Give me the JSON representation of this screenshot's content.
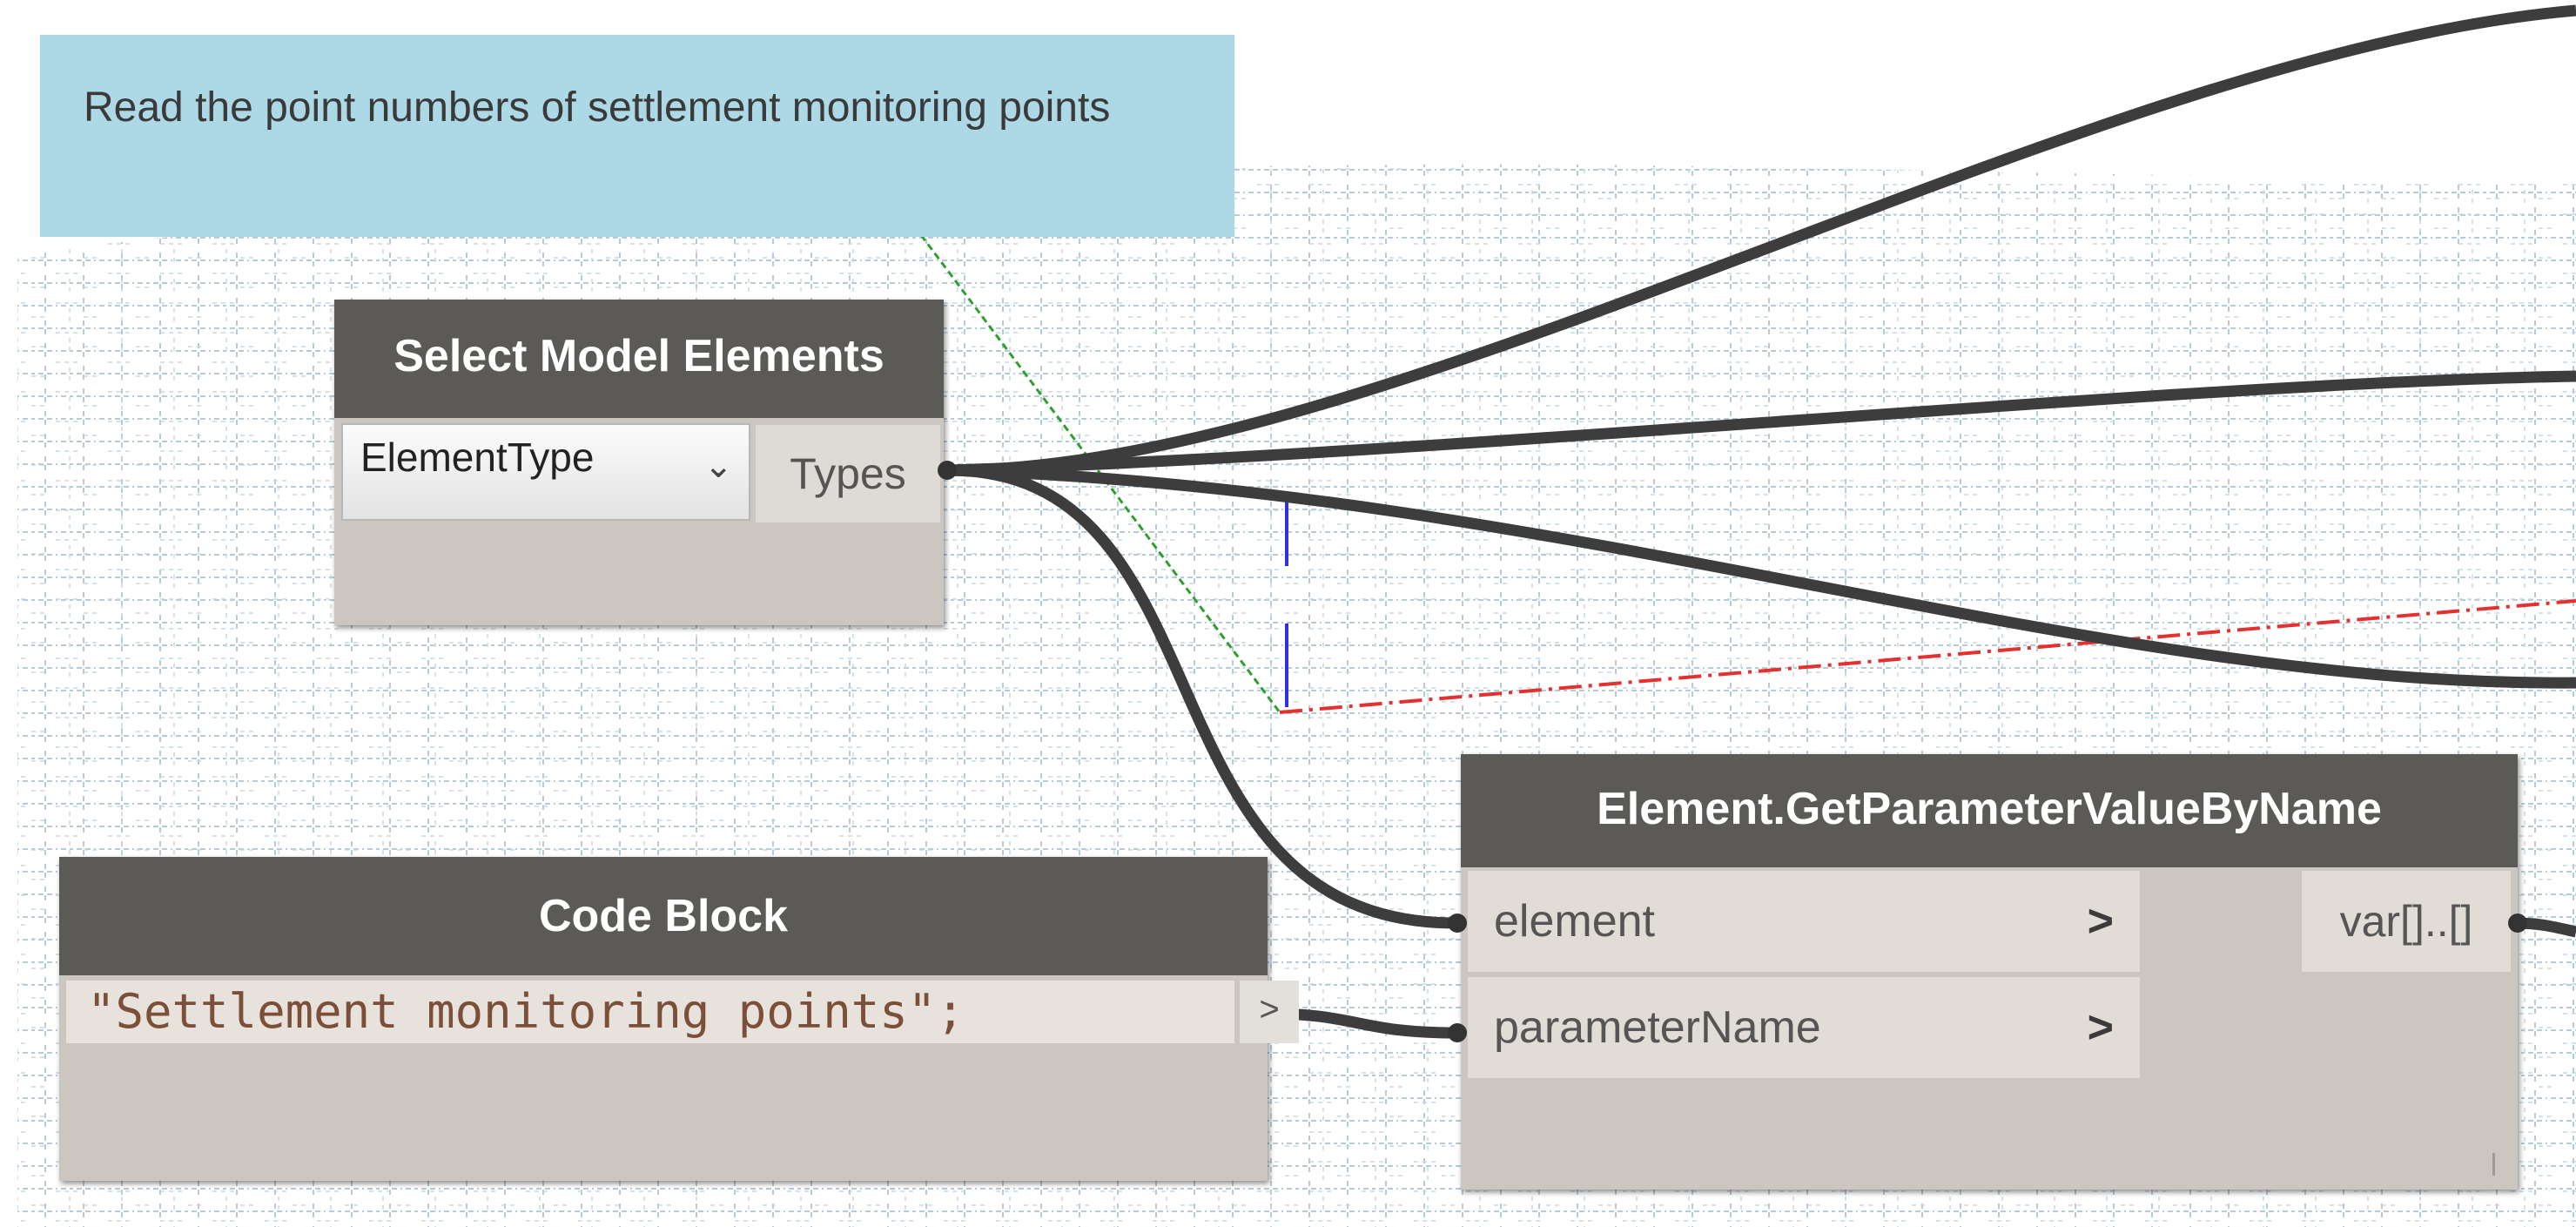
{
  "note": {
    "text": "Read the point numbers of settlement monitoring points"
  },
  "select_node": {
    "title": "Select Model Elements",
    "dropdown_value": "ElementType",
    "output_label": "Types"
  },
  "code_node": {
    "title": "Code Block",
    "code": "\"Settlement monitoring points\";",
    "output_label": ">"
  },
  "getparam_node": {
    "title": "Element.GetParameterValueByName",
    "inputs": [
      {
        "label": "element",
        "chevron": ">"
      },
      {
        "label": "parameterName",
        "chevron": ">"
      }
    ],
    "output_label": "var[]..[]"
  },
  "colors": {
    "note_bg": "#add8e5",
    "node_header_bg": "#5c5a57",
    "node_body_bg": "#cbc6bf",
    "wire": "#3d3d3d",
    "grid": "#b6cbd8",
    "axis_x": "#e53030",
    "axis_y": "#3030e0",
    "axis_z": "#2fa02f"
  }
}
